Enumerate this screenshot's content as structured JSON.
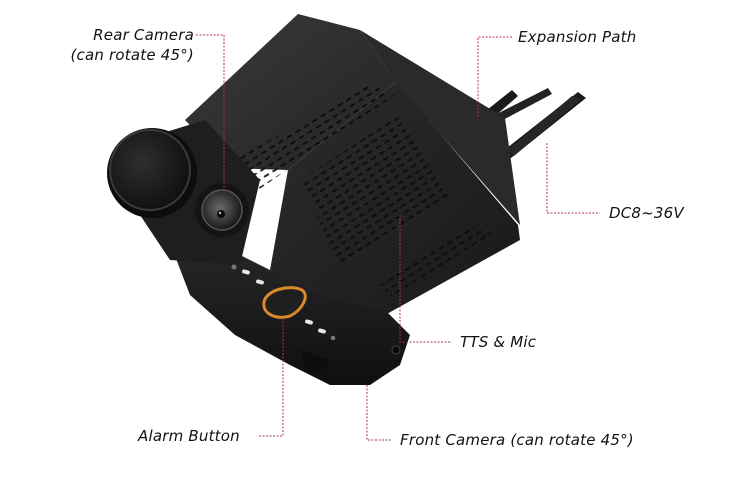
{
  "colors": {
    "leader_line": "#b0324a",
    "device_body": "#1c1c1e",
    "alarm_ring": "#d98a2b",
    "background": "#ffffff"
  },
  "callouts": [
    {
      "id": "rear-camera",
      "lines": [
        "Rear Camera",
        "(can rotate 45°)"
      ]
    },
    {
      "id": "expansion-path",
      "lines": [
        "Expansion Path"
      ]
    },
    {
      "id": "dc-input",
      "lines": [
        "DC8~36V"
      ]
    },
    {
      "id": "tts-mic",
      "lines": [
        "TTS & Mic"
      ]
    },
    {
      "id": "alarm-button",
      "lines": [
        "Alarm Button"
      ]
    },
    {
      "id": "front-camera",
      "lines": [
        "Front Camera (can rotate 45°)"
      ]
    }
  ]
}
